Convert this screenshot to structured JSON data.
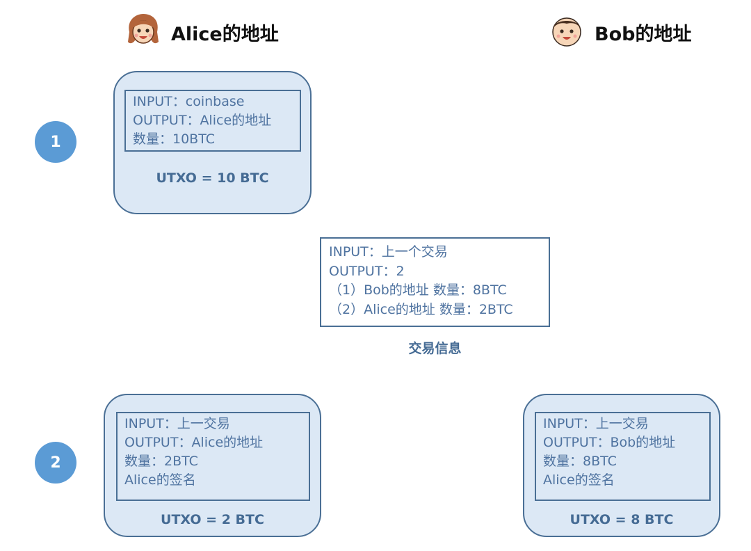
{
  "alice": {
    "title": "Alice的地址"
  },
  "bob": {
    "title": "Bob的地址"
  },
  "steps": [
    "1",
    "2"
  ],
  "card1": {
    "lines": [
      "INPUT：coinbase",
      "OUTPUT：Alice的地址",
      "数量：10BTC"
    ],
    "utxo": "UTXO = 10 BTC"
  },
  "transaction": {
    "lines": [
      "INPUT：上一个交易",
      "OUTPUT：2",
      "（1）Bob的地址  数量：8BTC",
      "（2）Alice的地址 数量：2BTC"
    ],
    "caption": "交易信息"
  },
  "card_alice2": {
    "lines": [
      "INPUT：上一交易",
      "OUTPUT：Alice的地址",
      "数量：2BTC",
      "Alice的签名"
    ],
    "utxo": "UTXO = 2 BTC"
  },
  "card_bob": {
    "lines": [
      "INPUT：上一交易",
      "OUTPUT：Bob的地址",
      "数量：8BTC",
      "Alice的签名"
    ],
    "utxo": "UTXO = 8 BTC"
  },
  "colors": {
    "card_fill": "#dce8f5",
    "border": "#4a6f95",
    "text": "#4f73a0",
    "step_circle": "#5b9bd5"
  },
  "icons": {
    "alice": "girl-face-icon",
    "bob": "boy-face-icon"
  }
}
